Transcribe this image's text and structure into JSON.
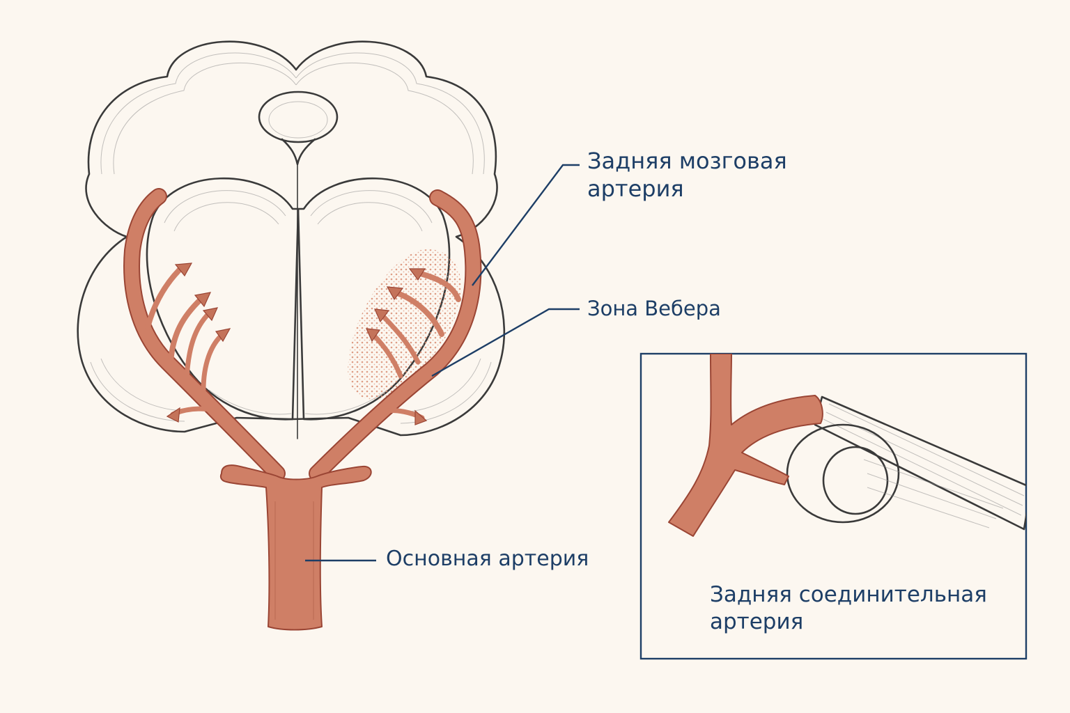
{
  "labels": {
    "pca_line1": "Задняя мозговая",
    "pca_line2": "артерия",
    "weber": "Зона Вебера",
    "basilar": "Основная артерия",
    "pcom_line1": "Задняя соединительная",
    "pcom_line2": "артерия"
  },
  "colors": {
    "background": "#fcf7f0",
    "label_text": "#1d3e66",
    "artery": "#cf7f66",
    "artery_edge": "#9a4534",
    "outline": "#3a3a3a",
    "weber_zone": "#e4a890"
  }
}
